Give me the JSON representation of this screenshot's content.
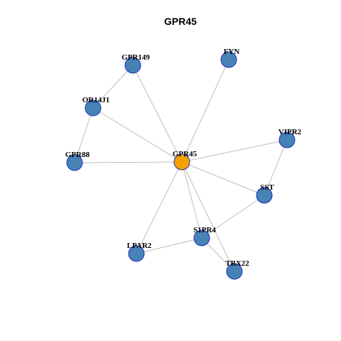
{
  "title": "GPR45",
  "colors": {
    "center_fill": "#f5a000",
    "neighbor_fill": "#4682b4",
    "node_border": "#1f2fbf",
    "edge": "#bdbdbd"
  },
  "nodes": [
    {
      "id": "GPR45",
      "label": "GPR45",
      "role": "center"
    },
    {
      "id": "GPR149",
      "label": "GPR149",
      "role": "neighbor"
    },
    {
      "id": "FYN",
      "label": "FYN",
      "role": "neighbor"
    },
    {
      "id": "OR14J1",
      "label": "OR14J1",
      "role": "neighbor"
    },
    {
      "id": "VIPR2",
      "label": "VIPR2",
      "role": "neighbor"
    },
    {
      "id": "GPR88",
      "label": "GPR88",
      "role": "neighbor"
    },
    {
      "id": "SST",
      "label": "SST",
      "role": "neighbor"
    },
    {
      "id": "S1PR4",
      "label": "S1PR4",
      "role": "neighbor"
    },
    {
      "id": "LPAR2",
      "label": "LPAR2",
      "role": "neighbor"
    },
    {
      "id": "TBX22",
      "label": "TBX22",
      "role": "neighbor"
    }
  ],
  "edges": [
    [
      "GPR45",
      "GPR149"
    ],
    [
      "GPR45",
      "FYN"
    ],
    [
      "GPR45",
      "OR14J1"
    ],
    [
      "GPR45",
      "VIPR2"
    ],
    [
      "GPR45",
      "GPR88"
    ],
    [
      "GPR45",
      "SST"
    ],
    [
      "GPR45",
      "S1PR4"
    ],
    [
      "GPR45",
      "LPAR2"
    ],
    [
      "GPR45",
      "TBX22"
    ],
    [
      "GPR149",
      "OR14J1"
    ],
    [
      "OR14J1",
      "GPR88"
    ],
    [
      "VIPR2",
      "SST"
    ],
    [
      "SST",
      "S1PR4"
    ],
    [
      "S1PR4",
      "LPAR2"
    ],
    [
      "S1PR4",
      "TBX22"
    ]
  ]
}
